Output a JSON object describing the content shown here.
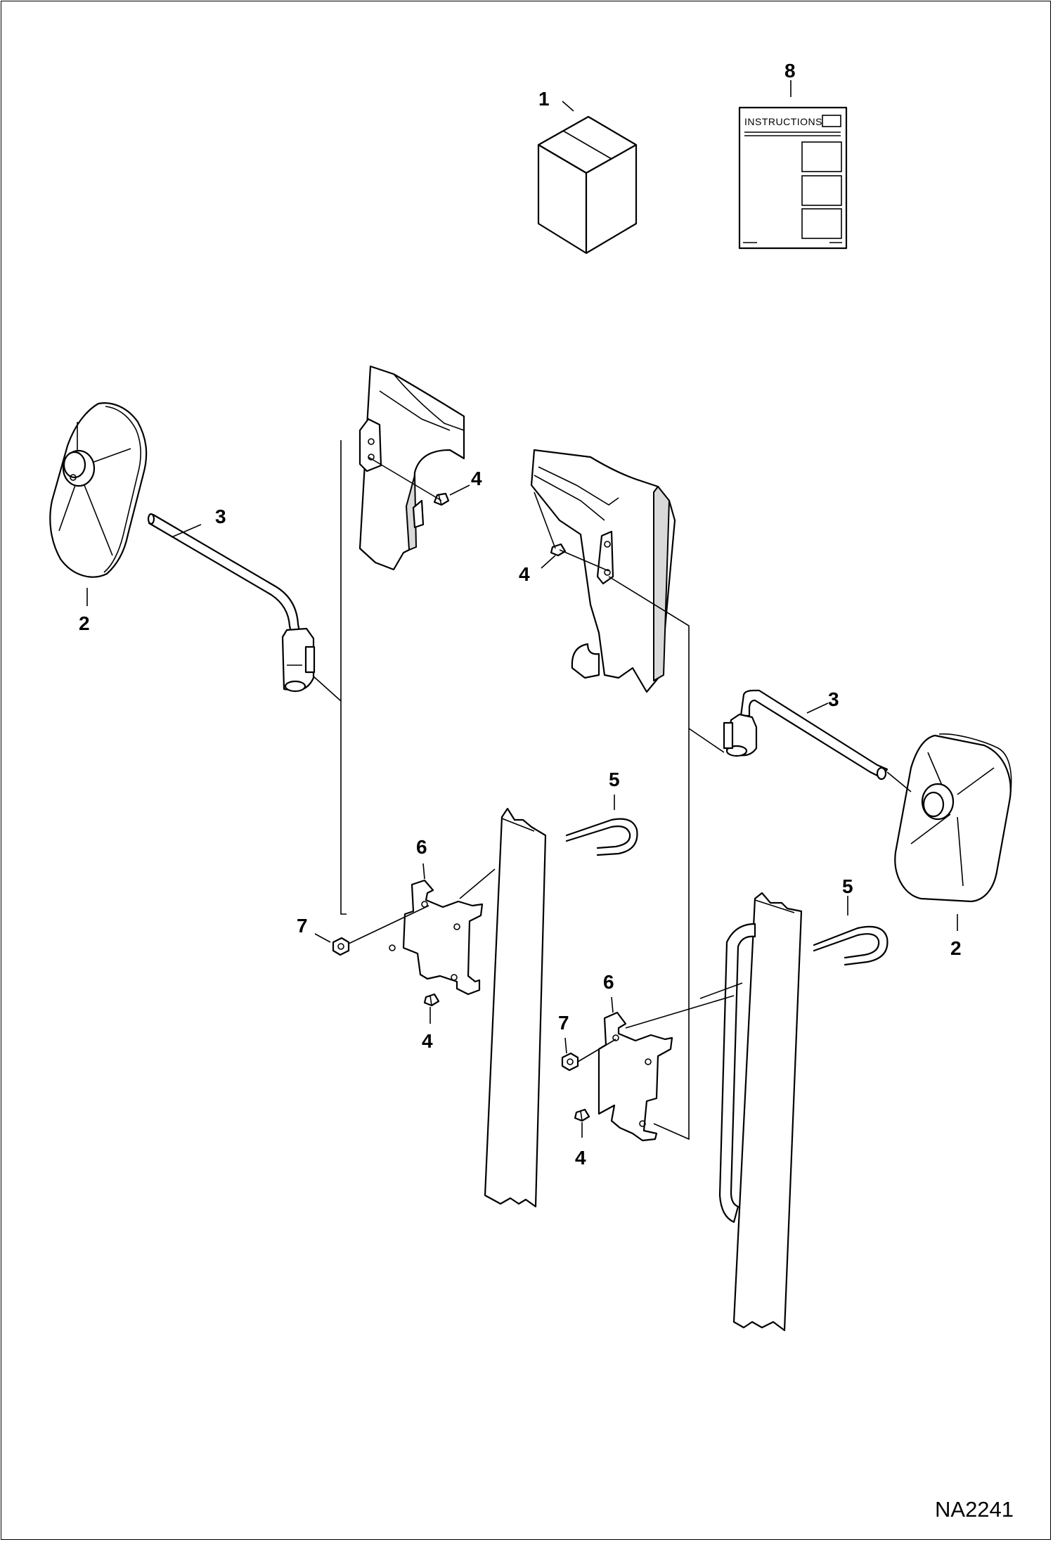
{
  "drawing": {
    "code": "NA2241",
    "instruction_sheet_title": "INSTRUCTIONS",
    "callouts": {
      "box": "1",
      "mirror_left": "2",
      "mirror_right": "2",
      "arm_left": "3",
      "arm_right": "3",
      "bolt_upper_left": "4",
      "bolt_upper_right": "4",
      "bolt_lower_left": "4",
      "bolt_lower_right": "4",
      "ubolt_left": "5",
      "ubolt_right": "5",
      "bracket_left": "6",
      "bracket_right": "6",
      "nut_left": "7",
      "nut_right": "7",
      "instructions": "8"
    }
  }
}
